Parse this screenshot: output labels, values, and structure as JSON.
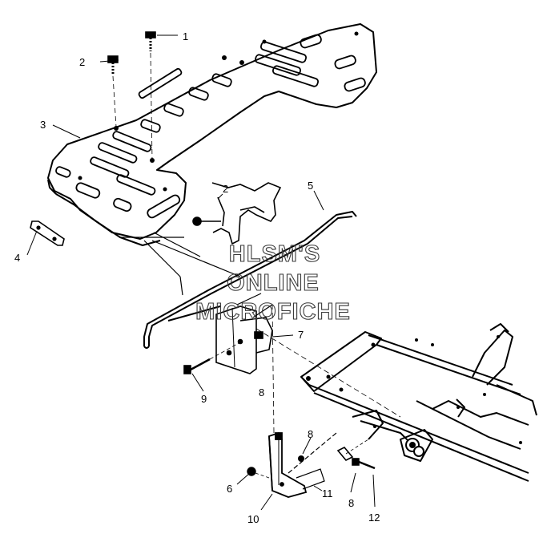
{
  "diagram": {
    "watermark": [
      "HLSM'S",
      "ONLINE",
      "MICROFICHE"
    ],
    "callouts": [
      {
        "text": "1"
      },
      {
        "text": "2"
      },
      {
        "text": "3"
      },
      {
        "text": "4"
      },
      {
        "text": "2"
      },
      {
        "text": "5"
      },
      {
        "text": "7"
      },
      {
        "text": "9"
      },
      {
        "text": "8"
      },
      {
        "text": "8"
      },
      {
        "text": "6"
      },
      {
        "text": "10"
      },
      {
        "text": "11"
      },
      {
        "text": "8"
      },
      {
        "text": "12"
      }
    ]
  }
}
